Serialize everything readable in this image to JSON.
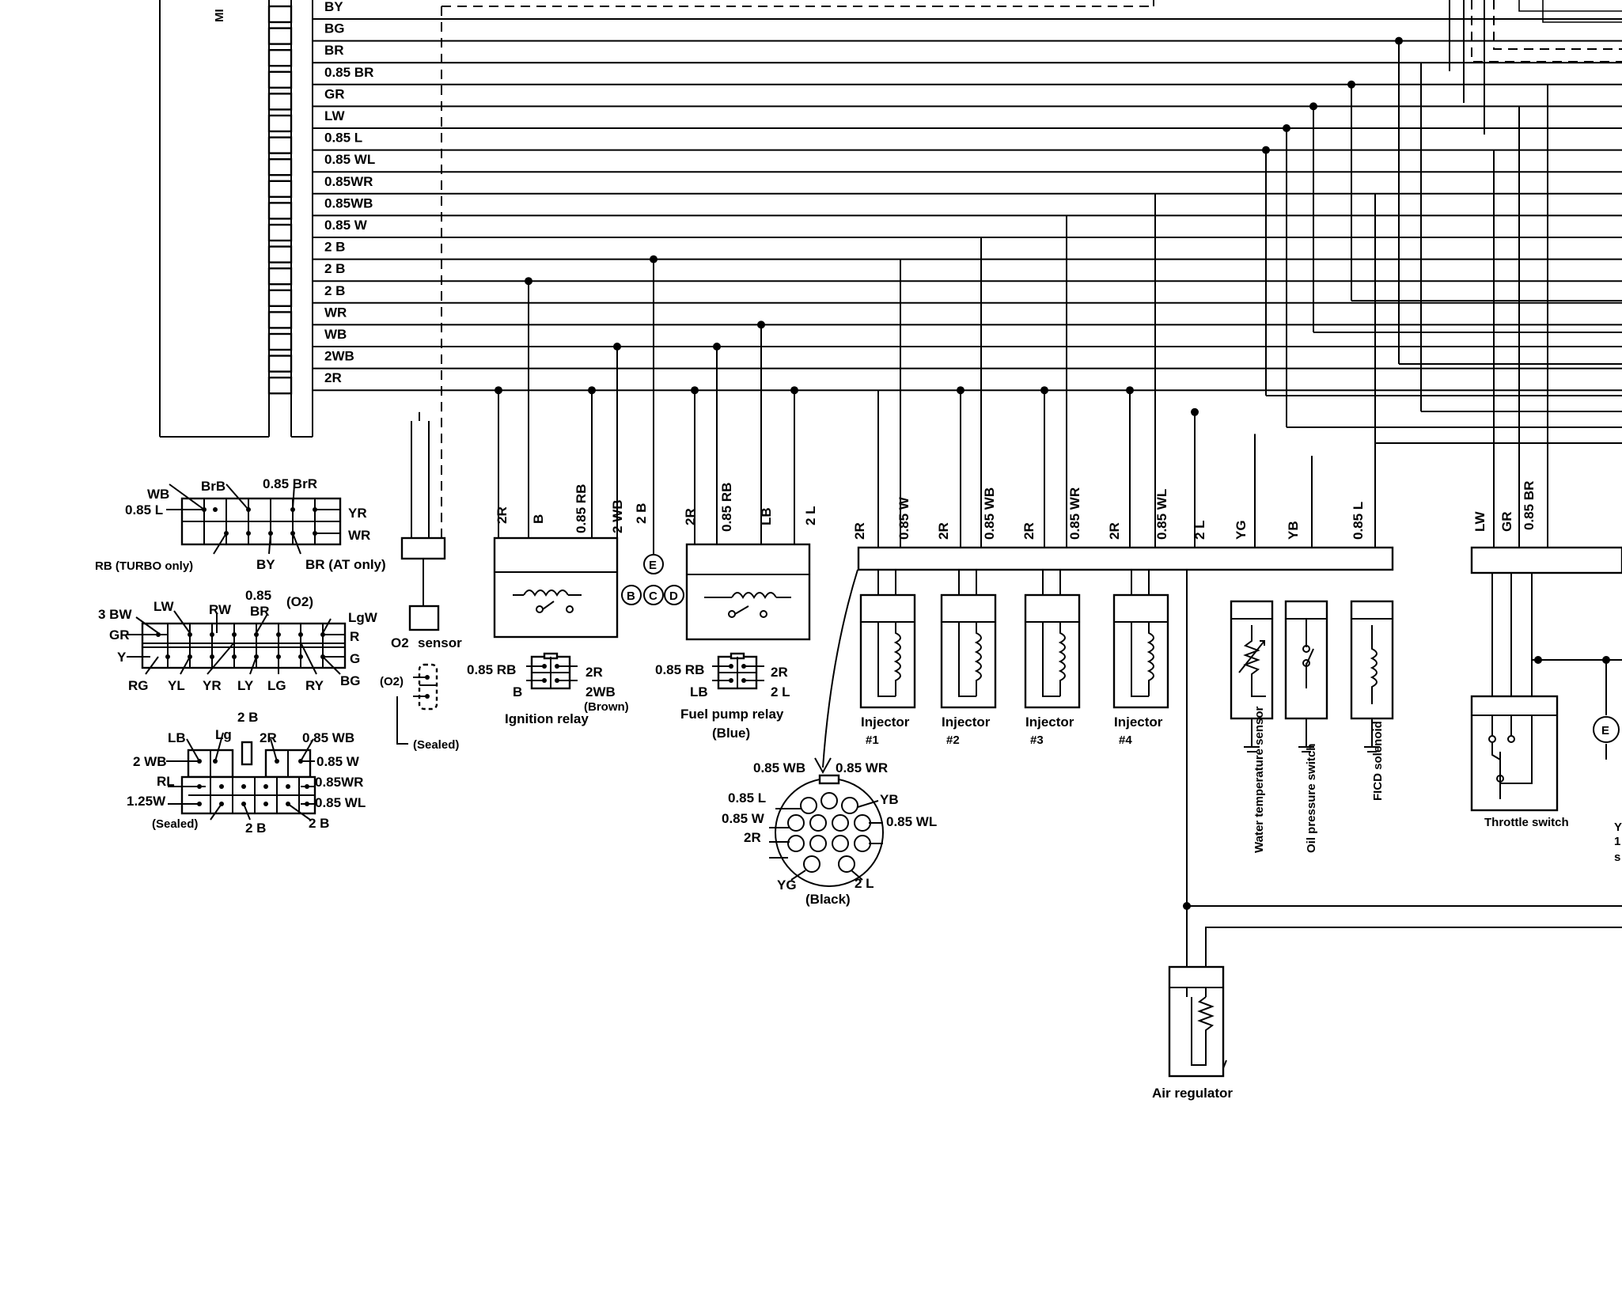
{
  "ecu": {
    "label": "MI",
    "wires": [
      "BY",
      "BG",
      "BR",
      "0.85 BR",
      "GR",
      "LW",
      "0.85 L",
      "0.85 WL",
      "0.85WR",
      "0.85WB",
      "0.85 W",
      "2 B",
      "2 B",
      "2 B",
      "WR",
      "WB",
      "2WB",
      "2R"
    ]
  },
  "relays": {
    "ignition": {
      "wires": [
        "2R",
        "B",
        "0.85 RB",
        "2 WB"
      ],
      "ground_wire": "2 B",
      "plug": [
        "0.85 RB",
        "2R",
        "B",
        "2WB"
      ],
      "color": "(Brown)",
      "title": "Ignition relay"
    },
    "fuel_pump": {
      "wires": [
        "2R",
        "0.85 RB",
        "LB",
        "2 L"
      ],
      "plug": [
        "0.85 RB",
        "2R",
        "LB",
        "2 L"
      ],
      "color": "(Blue)",
      "title": "Fuel pump relay"
    },
    "ground_letters": [
      "B",
      "C",
      "D"
    ],
    "ground_symbol": "E"
  },
  "injector_harness": {
    "wires": [
      "2R",
      "0.85 W",
      "2R",
      "0.85 WB",
      "2R",
      "0.85 WR",
      "2R",
      "0.85 WL",
      "2 L",
      "YG",
      "YB",
      "0.85 L"
    ],
    "injectors": [
      {
        "title": "Injector",
        "num": "#1"
      },
      {
        "title": "Injector",
        "num": "#2"
      },
      {
        "title": "Injector",
        "num": "#3"
      },
      {
        "title": "Injector",
        "num": "#4"
      }
    ],
    "sensors": [
      "Water temperature sensor",
      "Oil pressure switch",
      "FICD solenoid"
    ]
  },
  "round_connector": {
    "left": [
      "0.85 WB",
      "0.85 L",
      "0.85 W",
      "2R",
      "YG"
    ],
    "right": [
      "0.85 WR",
      "YB",
      "0.85 WL",
      "2 L"
    ],
    "color": "(Black)"
  },
  "throttle": {
    "wires": [
      "LW",
      "GR",
      "0.85 BR"
    ],
    "title": "Throttle switch",
    "ground_symbol": "E"
  },
  "air_regulator": "Air regulator",
  "o2": {
    "title": "sensor",
    "prefix": "O2",
    "plug_label": "(O2)",
    "sealed": "(Sealed)"
  },
  "connector1": {
    "top": [
      "WB",
      "BrB",
      "0.85 BrR"
    ],
    "left": "0.85 L",
    "right": [
      "YR",
      "WR"
    ],
    "bottom": [
      "RB (TURBO only)",
      "BY",
      "BR (AT only)"
    ]
  },
  "connector2": {
    "top": [
      "3 BW",
      "LW",
      "RW",
      "0.85",
      "BR",
      "(O2)",
      "LgW"
    ],
    "left": [
      "GR",
      "Y"
    ],
    "right": [
      "R",
      "G"
    ],
    "bottom": [
      "RG",
      "YL",
      "YR",
      "LY",
      "LG",
      "RY",
      "BG"
    ]
  },
  "connector3": {
    "top": [
      "2 B",
      "LB",
      "Lg",
      "2R",
      "0.85 WB"
    ],
    "left": [
      "2 WB",
      "RL",
      "1.25W"
    ],
    "right": [
      "0.85 W",
      "0.85WR",
      "0.85 WL"
    ],
    "bottom": [
      "(Sealed)",
      "2 B",
      "2 B"
    ]
  },
  "right_edge": {
    "gauge_letter": "Y",
    "marks": [
      "1",
      "s"
    ]
  }
}
